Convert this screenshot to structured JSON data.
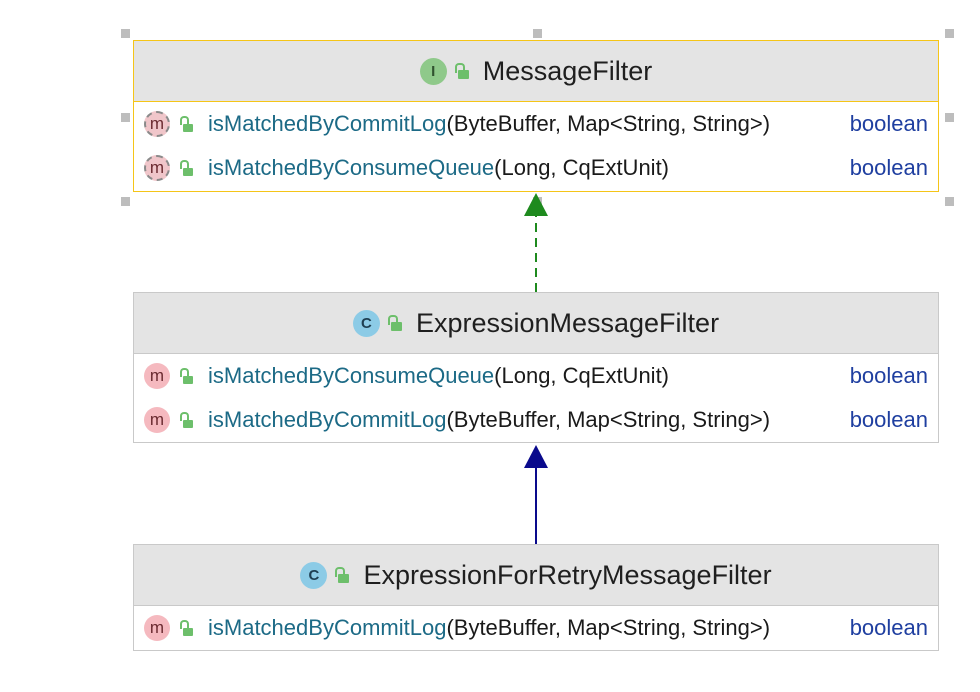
{
  "classes": [
    {
      "name": "MessageFilter",
      "kind_letter": "I",
      "methods": [
        {
          "name": "isMatchedByCommitLog",
          "params": " (ByteBuffer, Map<String, String>)",
          "return_type": "boolean"
        },
        {
          "name": "isMatchedByConsumeQueue",
          "params": "(Long, CqExtUnit)",
          "return_type": "boolean"
        }
      ]
    },
    {
      "name": "ExpressionMessageFilter",
      "kind_letter": "C",
      "methods": [
        {
          "name": "isMatchedByConsumeQueue",
          "params": "(Long, CqExtUnit)",
          "return_type": "boolean"
        },
        {
          "name": "isMatchedByCommitLog",
          "params": " (ByteBuffer, Map<String, String>)",
          "return_type": "boolean"
        }
      ]
    },
    {
      "name": "ExpressionForRetryMessageFilter",
      "kind_letter": "C",
      "methods": [
        {
          "name": "isMatchedByCommitLog",
          "params": " (ByteBuffer, Map<String, String>)",
          "return_type": "boolean"
        }
      ]
    }
  ],
  "method_icon_letter": "m",
  "colors": {
    "implements_edge": "#1e8a1e",
    "extends_edge": "#0a0a8c",
    "selection": "#f5c518"
  }
}
